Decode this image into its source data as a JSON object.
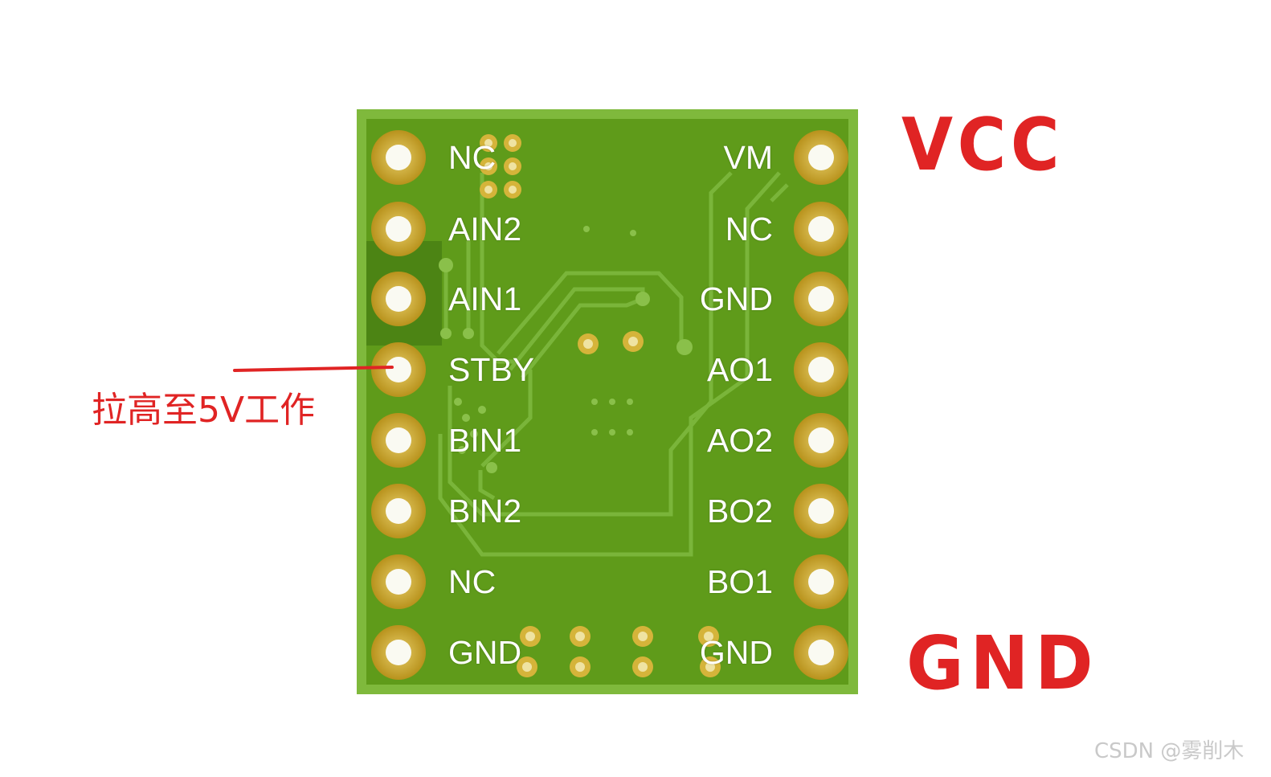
{
  "left_pins": [
    "NC",
    "AIN2",
    "AIN1",
    "STBY",
    "BIN1",
    "BIN2",
    "NC",
    "GND"
  ],
  "right_pins": [
    "VM",
    "NC",
    "GND",
    "AO1",
    "AO2",
    "BO2",
    "BO1",
    "GND"
  ],
  "annotations": {
    "vcc": "VCC",
    "gnd": "GND",
    "stby_note": "拉高至5V工作"
  },
  "watermark": "CSDN @雾削木",
  "colors": {
    "board": "#5f9b1a",
    "board_edge": "#7db53a",
    "pad": "#c9a52a",
    "annotation": "#e02424"
  }
}
